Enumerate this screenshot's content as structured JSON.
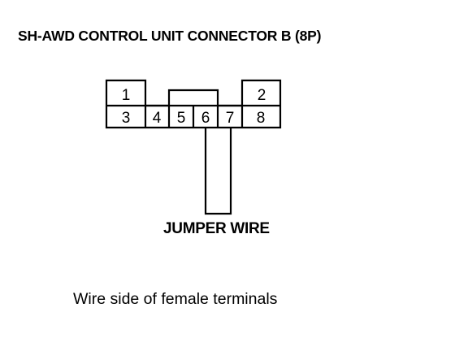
{
  "title": "SH-AWD CONTROL UNIT CONNECTOR B (8P)",
  "connector": {
    "terminals": [
      "1",
      "2",
      "3",
      "4",
      "5",
      "6",
      "7",
      "8"
    ]
  },
  "jumper_label": "JUMPER WIRE",
  "caption": "Wire side of female terminals"
}
